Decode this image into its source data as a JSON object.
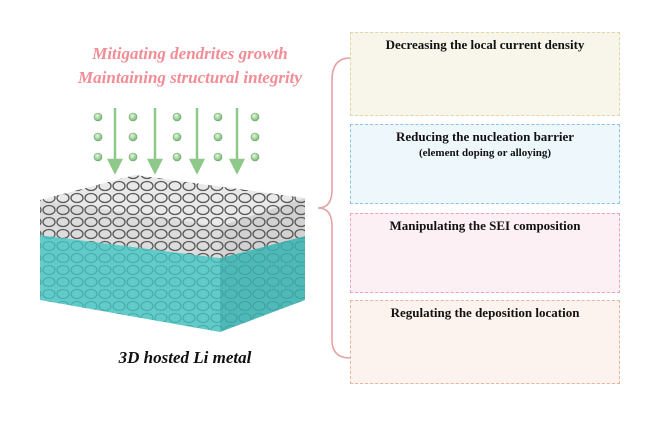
{
  "left": {
    "heading_line1": "Mitigating dendrites growth",
    "heading_line2": "Maintaining structural integrity",
    "caption": "3D hosted Li metal"
  },
  "panels": [
    {
      "title": "Decreasing the local current density",
      "subtitle": ""
    },
    {
      "title": "Reducing the nucleation barrier",
      "subtitle": "(element doping or alloying)"
    },
    {
      "title": "Manipulating the SEI composition",
      "subtitle": ""
    },
    {
      "title": "Regulating the deposition location",
      "subtitle": ""
    }
  ],
  "colors": {
    "heading": "#f28c95",
    "li_ion": "#8fc98a",
    "arrow": "#8fc98a",
    "host_block": "#54c7c4",
    "coil": "#555555",
    "panel1_border": "#e1d7a6",
    "panel2_border": "#8fc3e3",
    "panel3_border": "#efa2b6",
    "panel4_border": "#e4b69e",
    "substrate": "#3d6fd1",
    "nucleation_seed": "#c53fb7",
    "sei_mesh": "#a35ad1",
    "spiral": "#7cc96a"
  }
}
